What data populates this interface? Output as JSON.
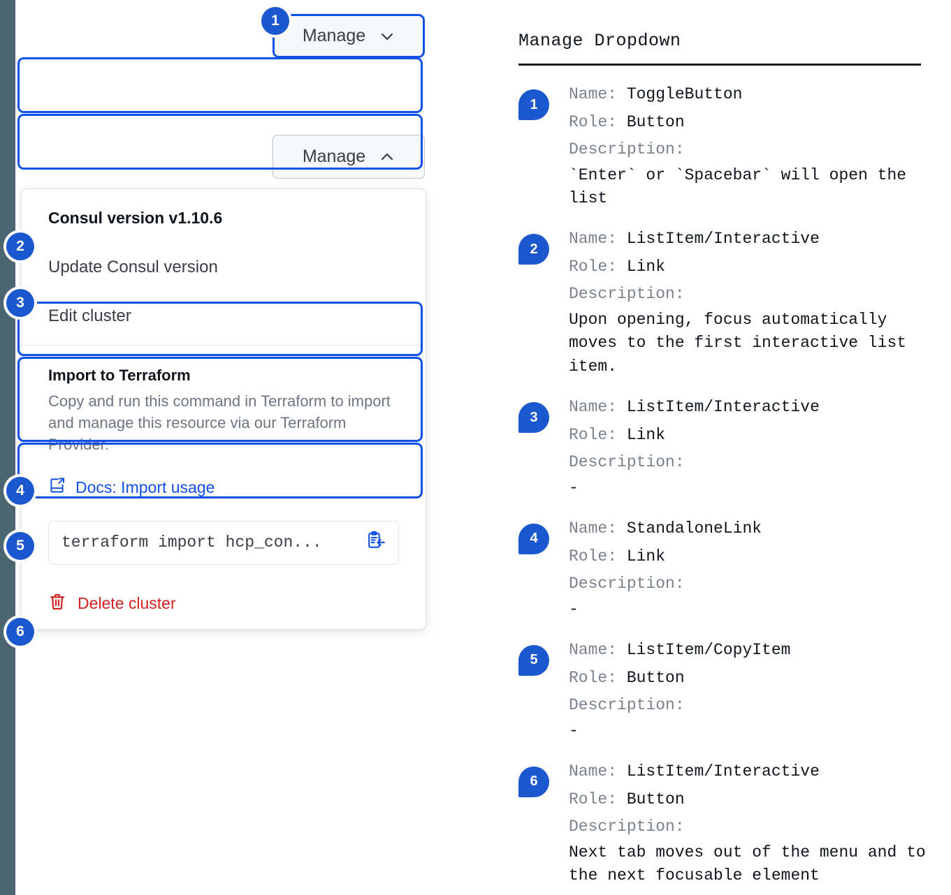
{
  "rail": {
    "color": "#4b6670"
  },
  "accent": {
    "blue": "#1151e8",
    "badge_blue": "#1b57cf",
    "red": "#d32020"
  },
  "left": {
    "collapsed_button": {
      "label": "Manage",
      "icon": "chevron-down-icon",
      "badge": "1"
    },
    "open_button": {
      "label": "Manage",
      "icon": "chevron-up-icon"
    },
    "dropdown": {
      "header": "Consul version v1.10.6",
      "items": [
        {
          "badge": "2",
          "label": "Update Consul version"
        },
        {
          "badge": "3",
          "label": "Edit cluster"
        }
      ],
      "section": {
        "title": "Import to Terraform",
        "body": "Copy and run this command in Terraform to import and manage this resource via our Terraform Provider.",
        "docs_link": {
          "badge": "4",
          "label": "Docs: Import usage",
          "icon": "docs-external-link-icon"
        },
        "code": {
          "badge": "5",
          "value": "terraform import hcp_con...",
          "icon": "copy-to-clipboard-icon"
        }
      },
      "delete": {
        "badge": "6",
        "label": "Delete cluster",
        "icon": "trash-icon"
      }
    }
  },
  "right": {
    "title": "Manage Dropdown",
    "labels": {
      "name": "Name:",
      "role": "Role:",
      "description": "Description:"
    },
    "entries": [
      {
        "badge": "1",
        "name": "ToggleButton",
        "role": "Button",
        "description": "`Enter` or `Spacebar` will open\nthe list"
      },
      {
        "badge": "2",
        "name": "ListItem/Interactive",
        "role": "Link",
        "description": "Upon opening, focus automatically\nmoves to the first interactive\nlist item."
      },
      {
        "badge": "3",
        "name": "ListItem/Interactive",
        "role": "Link",
        "description": "-"
      },
      {
        "badge": "4",
        "name": "StandaloneLink",
        "role": "Link",
        "description": "-"
      },
      {
        "badge": "5",
        "name": "ListItem/CopyItem",
        "role": "Button",
        "description": "-"
      },
      {
        "badge": "6",
        "name": "ListItem/Interactive",
        "role": "Button",
        "description": "Next tab moves out of the menu and\nto the next focusable element"
      }
    ]
  }
}
